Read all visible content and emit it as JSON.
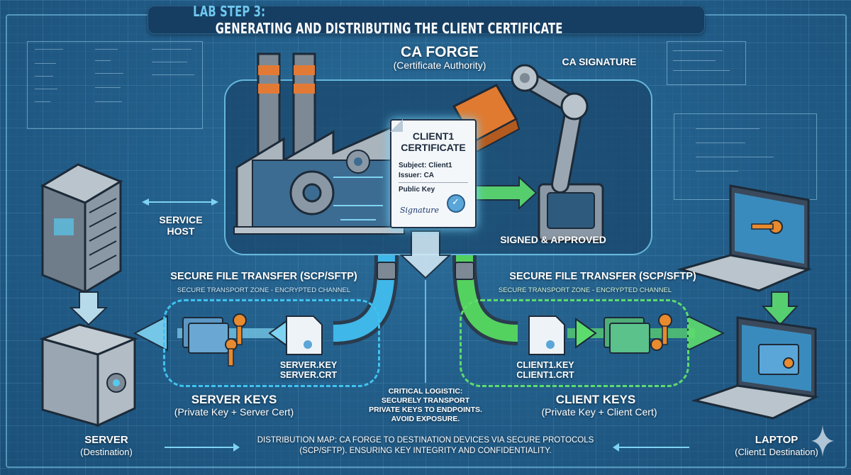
{
  "title": {
    "prefix": "LAB STEP 3:",
    "main": "GENERATING AND DISTRIBUTING THE CLIENT CERTIFICATE"
  },
  "ca_forge": {
    "title": "CA FORGE",
    "subtitle": "(Certificate Authority)",
    "signature_label": "CA SIGNATURE",
    "signed_label": "SIGNED & APPROVED"
  },
  "certificate": {
    "title_line1": "CLIENT1",
    "title_line2": "CERTIFICATE",
    "subject": "Subject: Client1",
    "issuer": "Issuer: CA",
    "public_key": "Public Key",
    "signature": "Signature"
  },
  "service_host": {
    "line1": "SERVICE",
    "line2": "HOST"
  },
  "server_transfer": {
    "title": "SECURE FILE TRANSFER (SCP/SFTP)",
    "zone": "SECURE TRANSPORT ZONE - ENCRYPTED CHANNEL",
    "file1": "SERVER.KEY",
    "file2": "SERVER.CRT",
    "keys_title": "SERVER KEYS",
    "keys_sub": "(Private Key + Server Cert)"
  },
  "client_transfer": {
    "title": "SECURE FILE TRANSFER (SCP/SFTP)",
    "zone": "SECURE TRANSPORT ZONE - ENCRYPTED CHANNEL",
    "file1": "CLIENT1.KEY",
    "file2": "CLIENT1.CRT",
    "keys_title": "CLIENT KEYS",
    "keys_sub": "(Private Key + Client Cert)"
  },
  "critical": {
    "line1": "CRITICAL LOGISTIC:",
    "line2": "SECURELY TRANSPORT",
    "line3": "PRIVATE KEYS TO ENDPOINTS.",
    "line4": "AVOID EXPOSURE."
  },
  "server": {
    "title": "SERVER",
    "subtitle": "(Destination)"
  },
  "laptop": {
    "title": "LAPTOP",
    "subtitle": "(Client1 Destination)"
  },
  "distribution": {
    "line1": "DISTRIBUTION MAP: CA FORGE TO DESTINATION DEVICES VIA SECURE PROTOCOLS",
    "line2": "(SCP/SFTP). ENSURING KEY INTEGRITY AND CONFIDENTIALITY."
  },
  "colors": {
    "background": "#235f8b",
    "accent_blue": "#3fc3f0",
    "accent_green": "#5ddc6e",
    "key_orange": "#e88a2e",
    "title_prefix": "#6fc8ef"
  }
}
